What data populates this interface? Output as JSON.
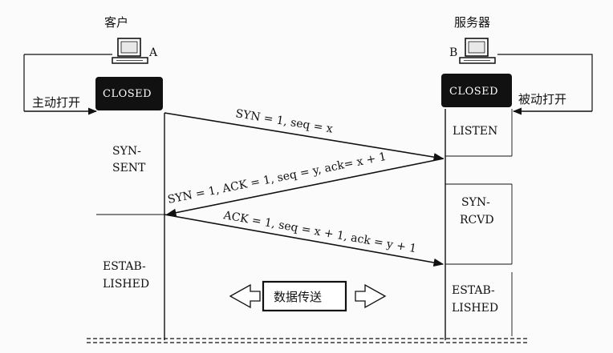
{
  "client": {
    "title": "客户",
    "letter": "A",
    "state_closed": "CLOSED",
    "action": "主动打开",
    "state_syn_sent_1": "SYN-",
    "state_syn_sent_2": "SENT",
    "state_established_1": "ESTAB-",
    "state_established_2": "LISHED"
  },
  "server": {
    "title": "服务器",
    "letter": "B",
    "state_closed": "CLOSED",
    "action": "被动打开",
    "state_listen": "LISTEN",
    "state_syn_rcvd_1": "SYN-",
    "state_syn_rcvd_2": "RCVD",
    "state_established_1": "ESTAB-",
    "state_established_2": "LISHED"
  },
  "messages": [
    {
      "label": "SYN = 1, seq = x"
    },
    {
      "label": "SYN = 1, ACK = 1, seq = y, ack= x + 1"
    },
    {
      "label": "ACK = 1, seq = x + 1, ack = y + 1"
    }
  ],
  "transfer": {
    "label": "数据传送"
  },
  "colors": {
    "line": "#111111",
    "closed_box": "#111111",
    "closed_text": "#ffffff"
  },
  "icons": {
    "client_computer": "computer-icon",
    "server_computer": "computer-icon"
  }
}
